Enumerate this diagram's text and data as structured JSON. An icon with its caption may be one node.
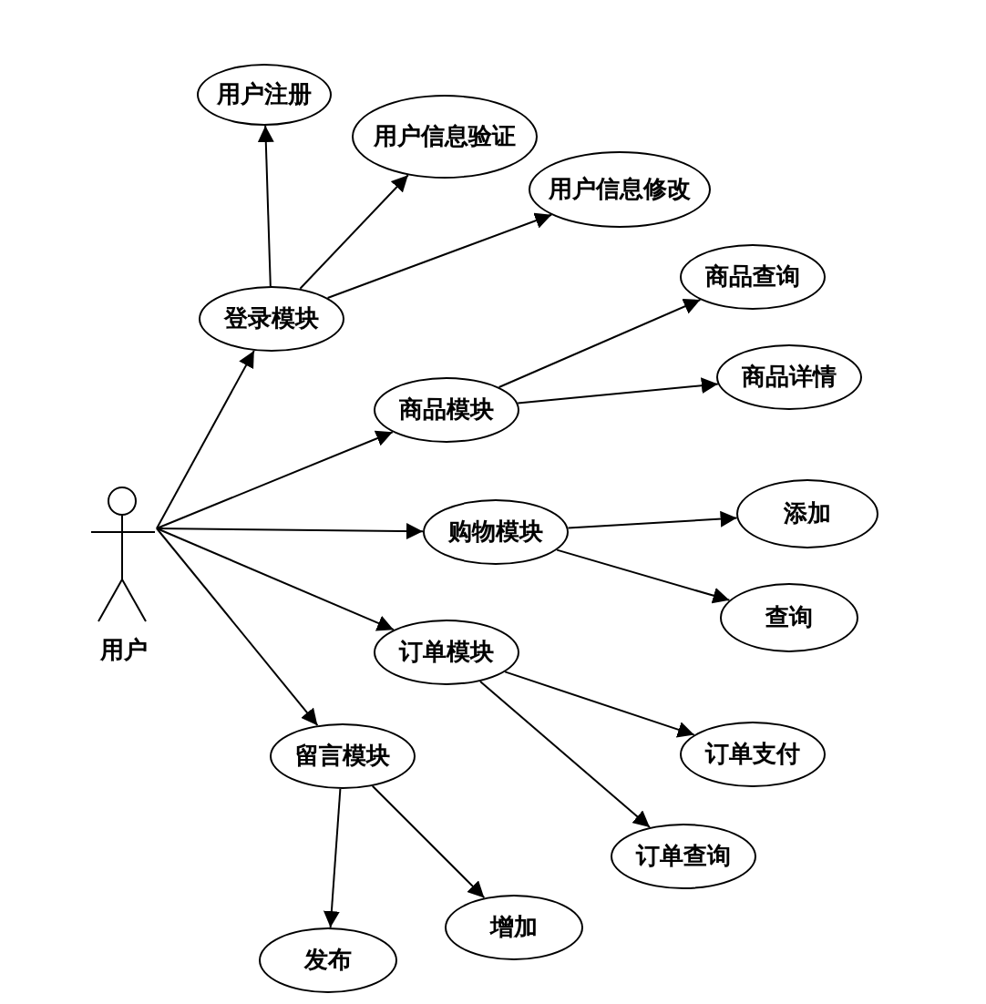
{
  "diagram": {
    "nodes": [
      {
        "text": [
          "用户"
        ]
      },
      {
        "text": [
          "登录模块"
        ]
      },
      {
        "text": [
          "用户注册"
        ]
      },
      {
        "text": [
          "用户信息验证"
        ]
      },
      {
        "text": [
          "用户信息修改"
        ]
      },
      {
        "text": [
          "商品模块"
        ]
      },
      {
        "text": [
          "商品查询"
        ]
      },
      {
        "text": [
          "商品详情"
        ]
      },
      {
        "text": [
          "购物模块"
        ]
      },
      {
        "text": [
          "添加"
        ]
      },
      {
        "text": [
          "查询"
        ]
      },
      {
        "text": [
          "订单模块"
        ]
      },
      {
        "text": [
          "订单支付"
        ]
      },
      {
        "text": [
          "订单查询"
        ]
      },
      {
        "text": [
          "留言模块"
        ]
      },
      {
        "text": [
          "发布"
        ]
      },
      {
        "text": [
          "增加"
        ]
      }
    ],
    "edges": [
      {
        "from": 0,
        "to": 1,
        "arrow": "to"
      },
      {
        "from": 0,
        "to": 5,
        "arrow": "to"
      },
      {
        "from": 0,
        "to": 8,
        "arrow": "to"
      },
      {
        "from": 0,
        "to": 11,
        "arrow": "to"
      },
      {
        "from": 0,
        "to": 14,
        "arrow": "to"
      },
      {
        "from": 1,
        "to": 2,
        "arrow": "to"
      },
      {
        "from": 1,
        "to": 3,
        "arrow": "to"
      },
      {
        "from": 1,
        "to": 4,
        "arrow": "to"
      },
      {
        "from": 5,
        "to": 6,
        "arrow": "to"
      },
      {
        "from": 5,
        "to": 7,
        "arrow": "to"
      },
      {
        "from": 8,
        "to": 9,
        "arrow": "to"
      },
      {
        "from": 8,
        "to": 10,
        "arrow": "to"
      },
      {
        "from": 11,
        "to": 12,
        "arrow": "to"
      },
      {
        "from": 11,
        "to": 13,
        "arrow": "to"
      },
      {
        "from": 14,
        "to": 15,
        "arrow": "to"
      },
      {
        "from": 14,
        "to": 16,
        "arrow": "to"
      }
    ]
  }
}
